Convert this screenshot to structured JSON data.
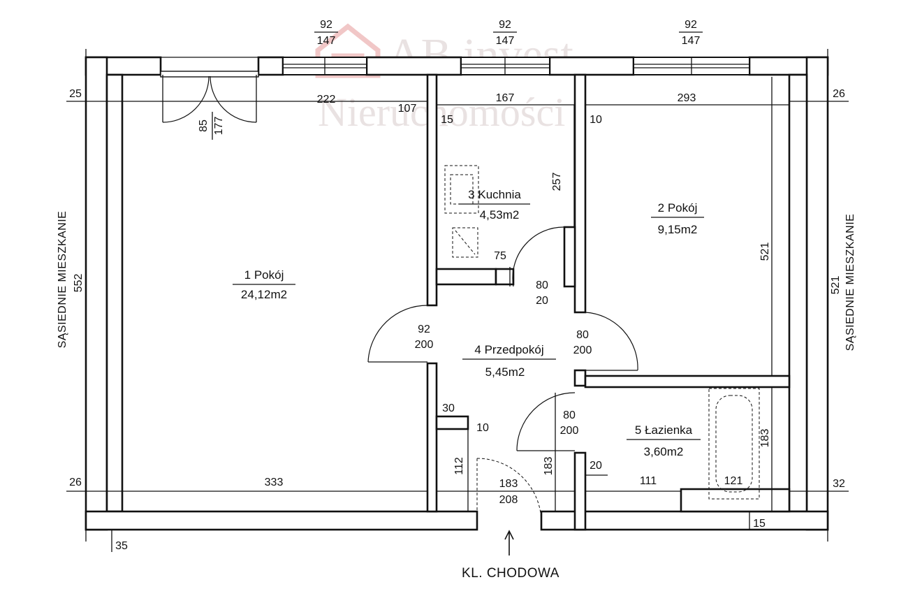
{
  "watermark": {
    "line1": "AB.invest",
    "line2": "Nieruchomości"
  },
  "rooms": [
    {
      "num": "1",
      "name": "Pokój",
      "area": "24,12m2"
    },
    {
      "num": "2",
      "name": "Pokój",
      "area": "9,15m2"
    },
    {
      "num": "3",
      "name": "Kuchnia",
      "area": "4,53m2"
    },
    {
      "num": "4",
      "name": "Przedpokój",
      "area": "5,45m2"
    },
    {
      "num": "5",
      "name": "Łazienka",
      "area": "3,60m2"
    }
  ],
  "windows": [
    {
      "w": "92",
      "h": "147"
    },
    {
      "w": "92",
      "h": "147"
    },
    {
      "w": "92",
      "h": "147"
    }
  ],
  "dims": {
    "d25": "25",
    "d222": "222",
    "d107": "107",
    "d167": "167",
    "d15a": "15",
    "d10a": "10",
    "d293": "293",
    "d26a": "26",
    "d85": "85",
    "d177": "177",
    "d257": "257",
    "d75": "75",
    "d80a": "80",
    "d20a": "20",
    "d92": "92",
    "d200a": "200",
    "d80b": "80",
    "d200b": "200",
    "d552": "552",
    "d521a": "521",
    "d521b": "521",
    "d30": "30",
    "d10b": "10",
    "d80c": "80",
    "d200c": "200",
    "d112": "112",
    "d183a": "183",
    "d183b": "183",
    "d208": "208",
    "d183c": "183",
    "d20b": "20",
    "d111": "111",
    "d121": "121",
    "d26b": "26",
    "d333": "333",
    "d32": "32",
    "d35": "35",
    "d15b": "15"
  },
  "side_labels": {
    "left": "SĄSIEDNIE MIESZKANIE",
    "right": "SĄSIEDNIE MIESZKANIE"
  },
  "entrance": {
    "label": "KL. CHODOWA"
  }
}
